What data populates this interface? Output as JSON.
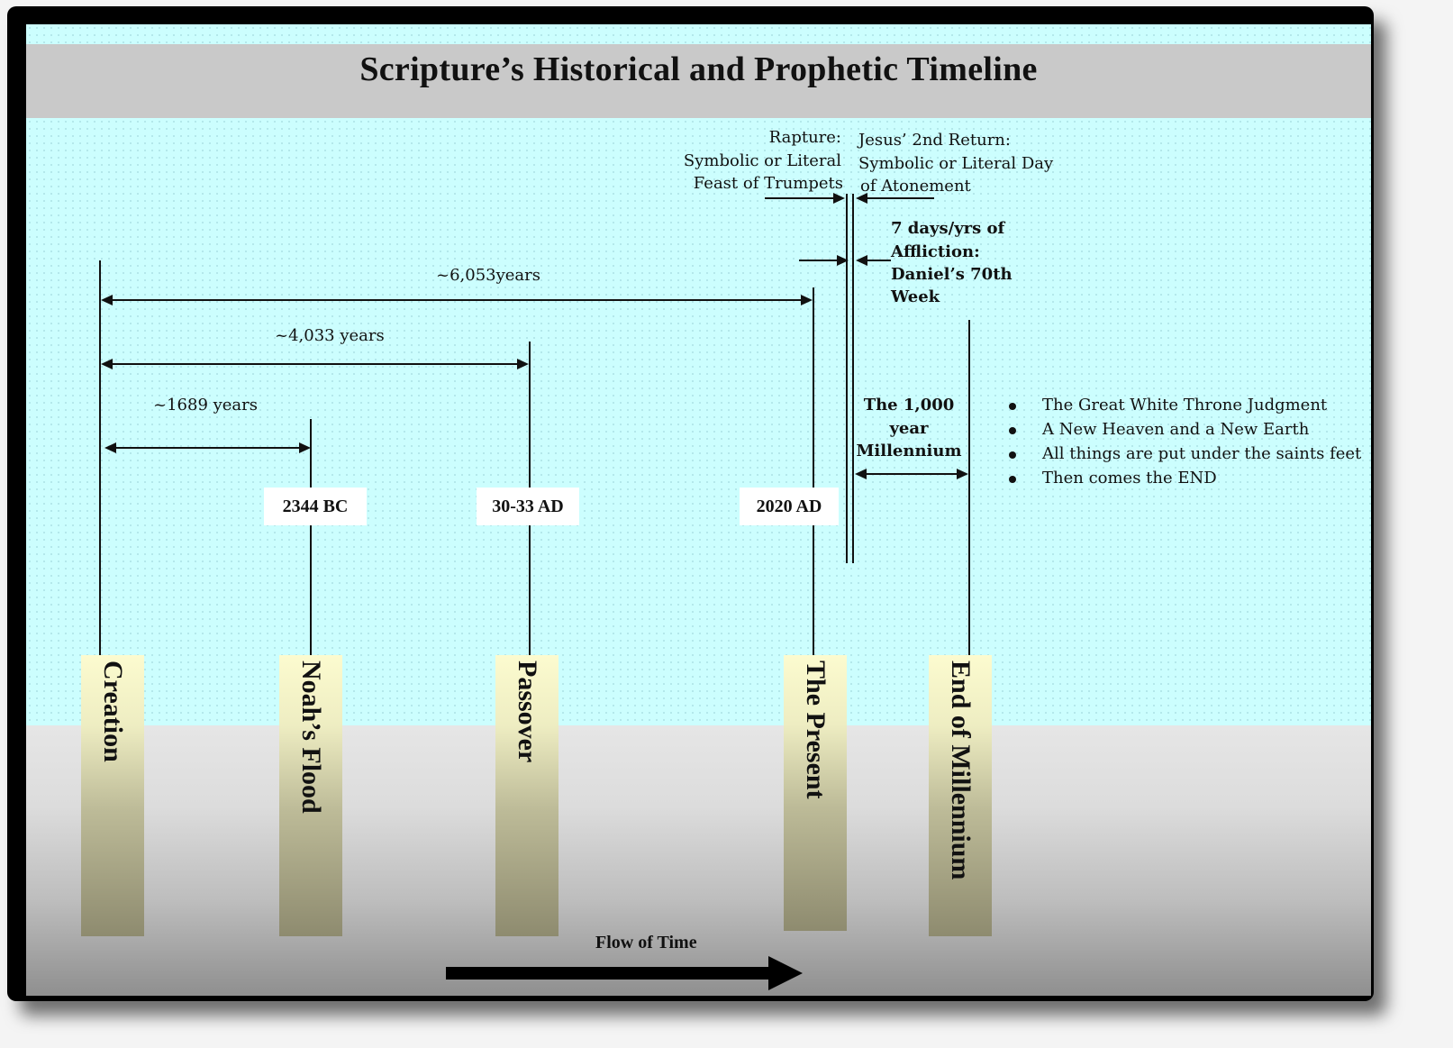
{
  "title": "Scripture’s Historical and Prophetic Timeline",
  "colors": {
    "frame": "#000000",
    "slide_background": "#ccfefe",
    "title_bar": "#c9c9c9",
    "pillar_top": "#fcfbcf",
    "pillar_bottom": "#8e8b6f",
    "date_box": "#ffffff"
  },
  "annotations": {
    "rapture": [
      "Rapture:",
      "Symbolic or Literal",
      "Feast of Trumpets"
    ],
    "second_return": [
      "Jesus’ 2nd Return:",
      "Symbolic or Literal Day",
      "of Atonement"
    ],
    "affliction": [
      "7 days/yrs of",
      "Affliction:",
      "Daniel’s 70th",
      "Week"
    ],
    "millennium": [
      "The 1,000",
      "year",
      "Millennium"
    ]
  },
  "spans": [
    {
      "label": "~6,053years",
      "from": "Creation",
      "to": "The Present"
    },
    {
      "label": "~4,033 years",
      "from": "Creation",
      "to": "Passover"
    },
    {
      "label": "~1689 years",
      "from": "Creation",
      "to": "Noah’s Flood"
    }
  ],
  "dates": [
    {
      "label": "2344 BC",
      "event": "Noah’s Flood"
    },
    {
      "label": "30-33 AD",
      "event": "Passover"
    },
    {
      "label": "2020 AD",
      "event": "The Present"
    }
  ],
  "pillars": [
    {
      "label": "Creation"
    },
    {
      "label": "Noah’s Flood"
    },
    {
      "label": "Passover"
    },
    {
      "label": "The Present"
    },
    {
      "label": "End of Millennium"
    }
  ],
  "end_events": [
    "The Great White Throne Judgment",
    "A New Heaven and a New Earth",
    "All things are put under the saints feet",
    "Then comes the END"
  ],
  "flow_label": "Flow of Time"
}
